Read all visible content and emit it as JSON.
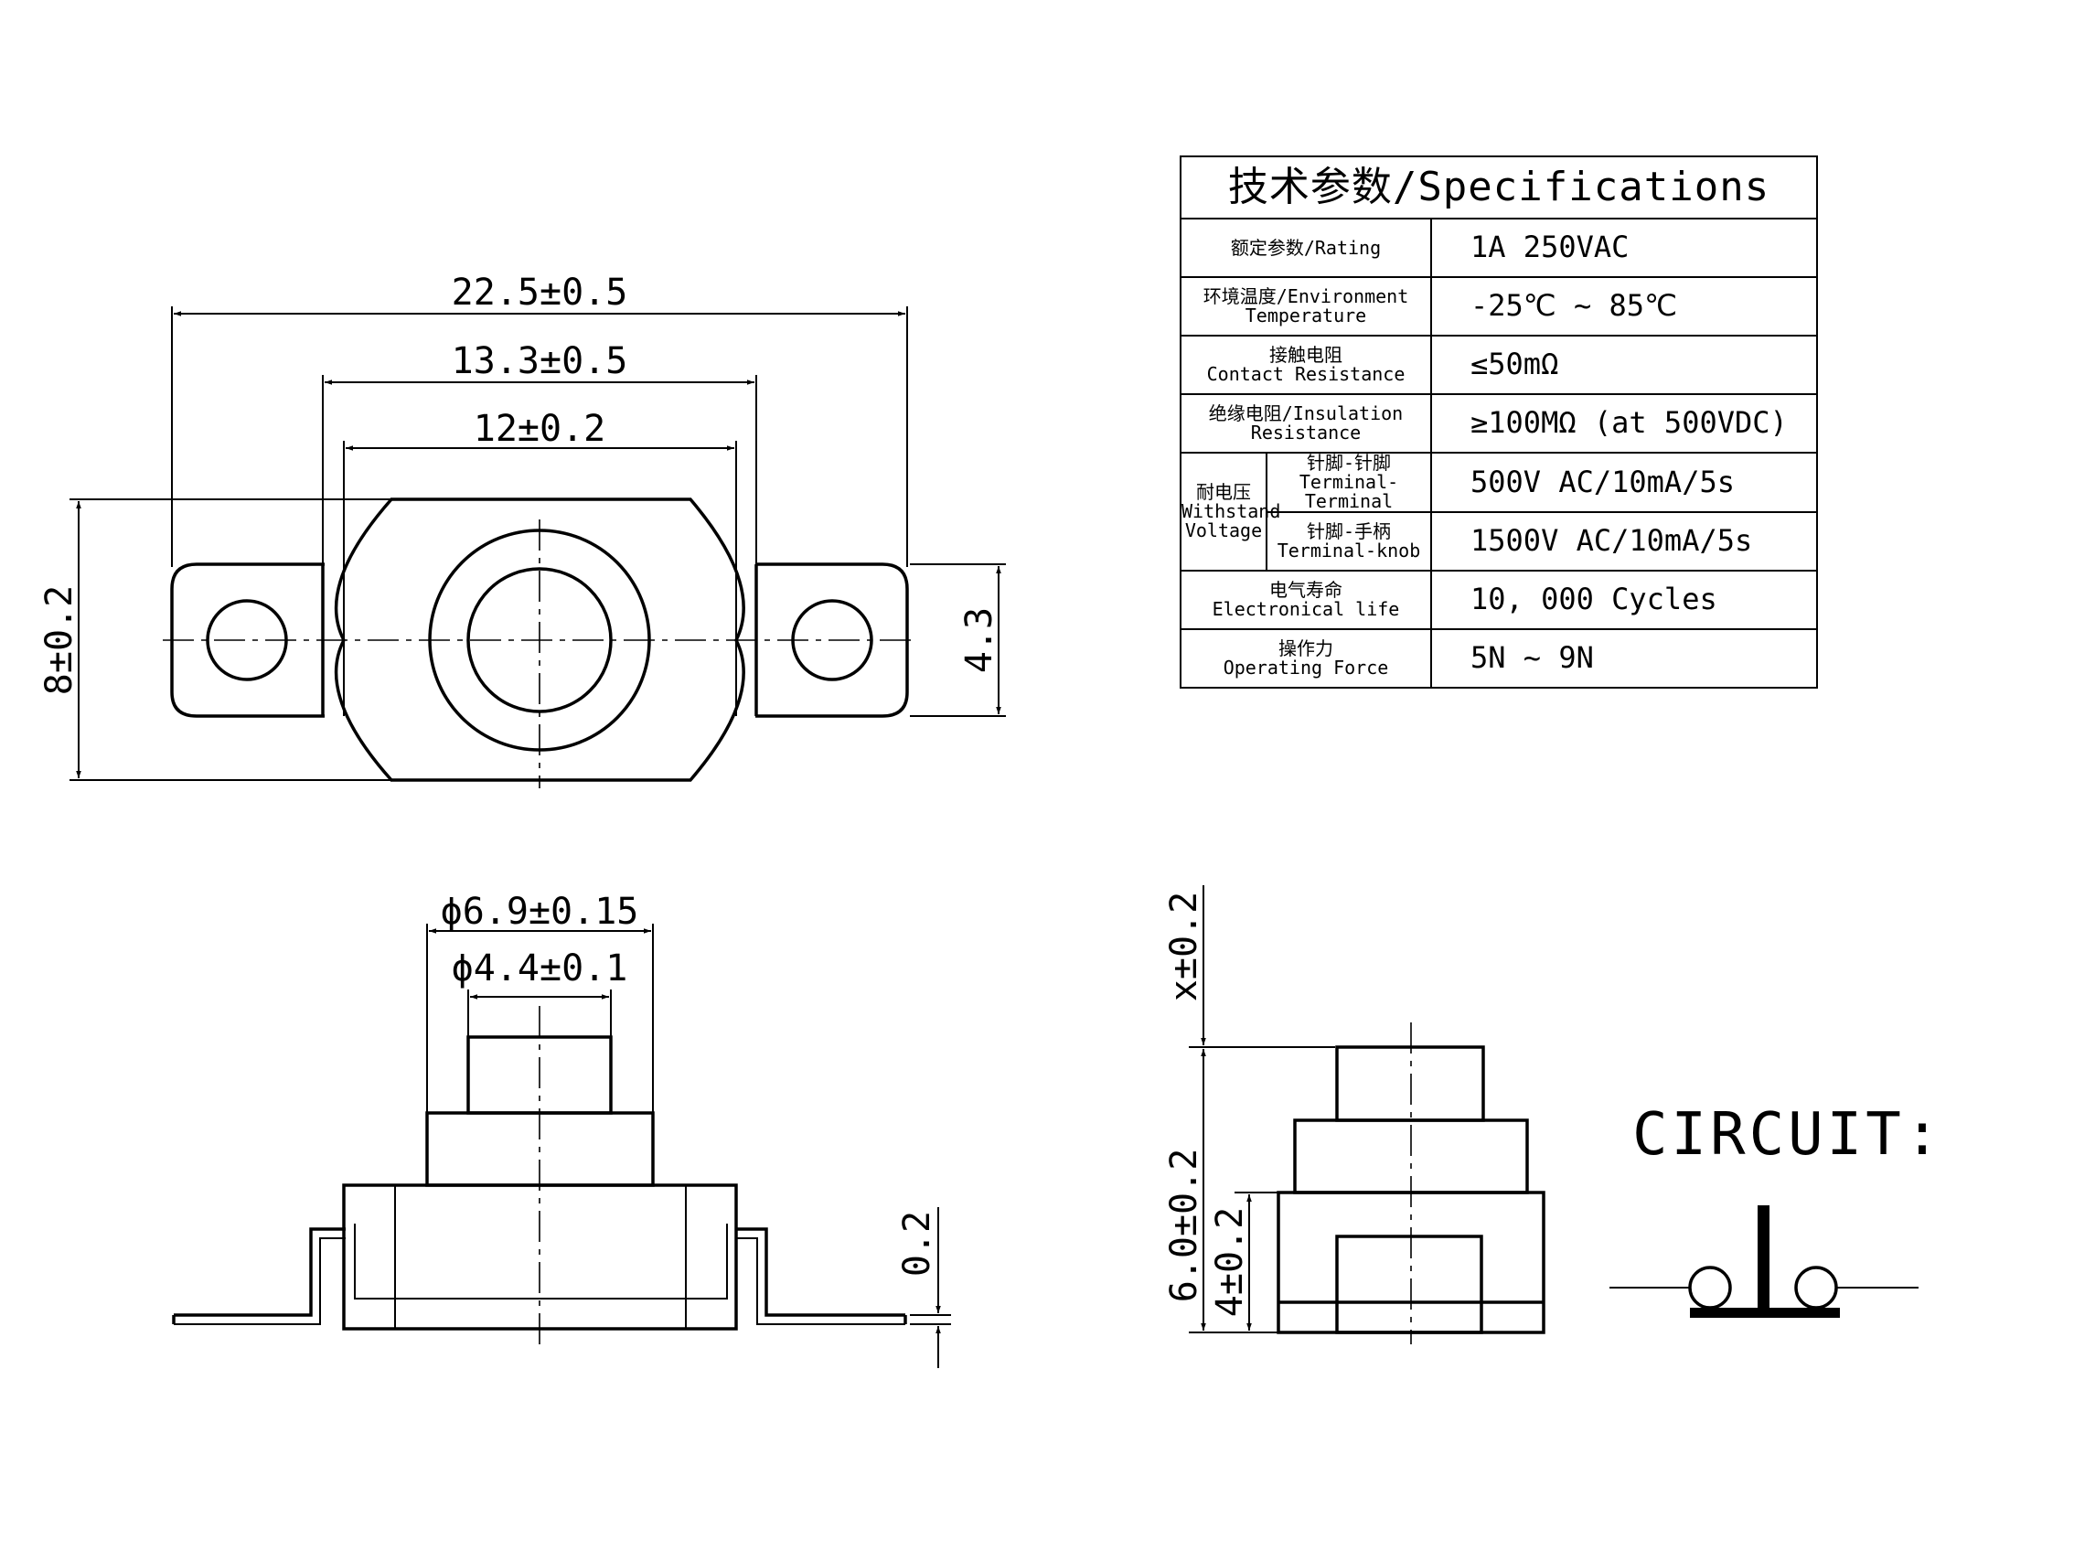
{
  "top_view": {
    "dim_overall": "22.5±0.5",
    "dim_mid": "13.3±0.5",
    "dim_inner": "12±0.2",
    "dim_height": "8±0.2",
    "dim_tab": "4.3"
  },
  "front_view": {
    "dim_outer_dia": "ϕ6.9±0.15",
    "dim_inner_dia": "ϕ4.4±0.1",
    "dim_thickness": "0.2"
  },
  "side_view": {
    "dim_travel": "x±0.2",
    "dim_body": "6.0±0.2",
    "dim_base": "4±0.2"
  },
  "specs": {
    "title": "技术参数/Specifications",
    "rating": {
      "label": "额定参数/Rating",
      "value": "1A 250VAC"
    },
    "temperature": {
      "label_1": "环境温度/Environment",
      "label_2": "Temperature",
      "value": "-25℃ ~ 85℃"
    },
    "contact": {
      "label_1": "接触电阻",
      "label_2": "Contact Resistance",
      "value": "≤50mΩ"
    },
    "insulation": {
      "label_1": "绝缘电阻/Insulation",
      "label_2": "Resistance",
      "value": "≥100MΩ (at 500VDC)"
    },
    "withstand": {
      "label_1": "耐电压",
      "label_2": "Withstand",
      "label_3": "Voltage",
      "tt_label_1": "针脚-针脚",
      "tt_label_2": "Terminal-Terminal",
      "tt_value": "500V AC/10mA/5s",
      "tk_label_1": "针脚-手柄",
      "tk_label_2": "Terminal-knob",
      "tk_value": "1500V AC/10mA/5s"
    },
    "life": {
      "label_1": "电气寿命",
      "label_2": "Electronical life",
      "value": "10, 000 Cycles"
    },
    "force": {
      "label_1": "操作力",
      "label_2": "Operating Force",
      "value": "5N ~ 9N"
    }
  },
  "circuit": {
    "title": "CIRCUIT:"
  }
}
